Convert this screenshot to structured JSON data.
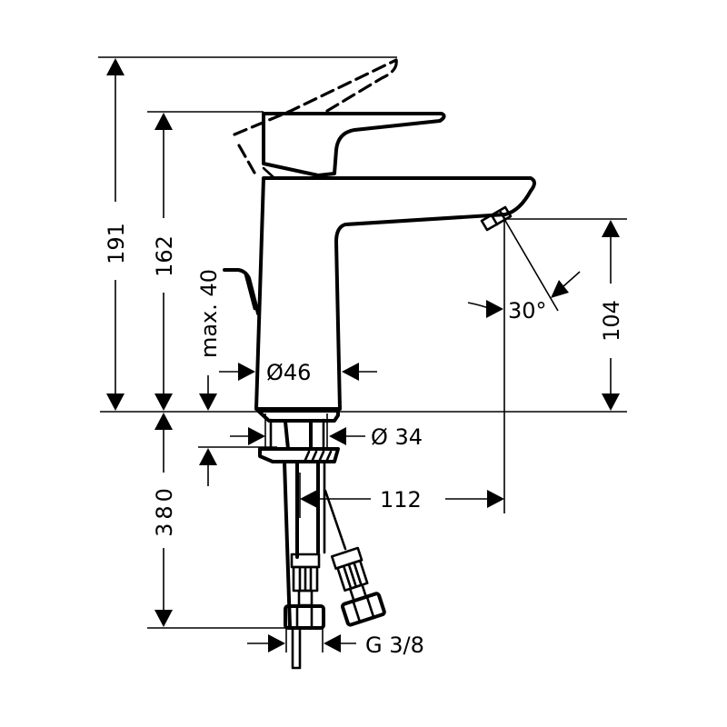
{
  "drawing": {
    "subject": "Single-lever basin mixer tap with pop-up drain rod and flexible supply hoses",
    "units": "mm",
    "stroke_color": "#000000",
    "background_color": "#ffffff"
  },
  "dimensions": {
    "overall_height_lever_open": "191",
    "height_lever_closed": "162",
    "drain_rod_max": "max. 40",
    "body_diameter": "Ø46",
    "spout_height": "104",
    "spray_angle": "30°",
    "shank_diameter": "Ø 34",
    "spout_reach": "112",
    "hose_length": "380",
    "hose_connection": "G 3/8"
  }
}
